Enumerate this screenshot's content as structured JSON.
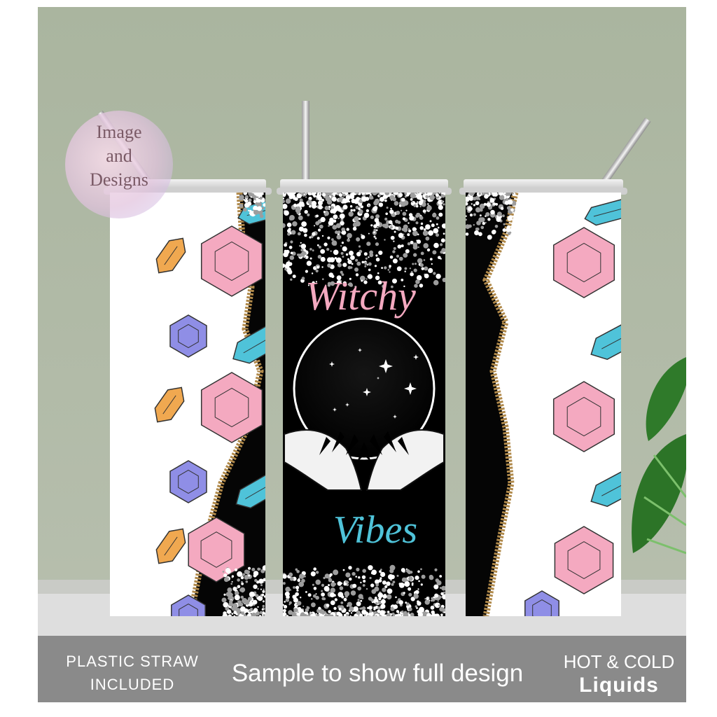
{
  "watermark": {
    "line1": "Image",
    "line2": "and",
    "line3": "Designs"
  },
  "tumbler": {
    "title": "Witchy",
    "subtitle": "Vibes"
  },
  "banner": {
    "left_line1": "PLASTIC  STRAW",
    "left_line2": "INCLUDED",
    "center": "Sample to show full design",
    "right_line1": "HOT & COLD",
    "right_line2": "Liquids"
  },
  "colors": {
    "wall": "#a9b49f",
    "table": "#dcdcdc",
    "banner": "#8a8a8a",
    "pink": "#f4a9c0",
    "cyan": "#4fc3d9",
    "gold": "#b0894a"
  }
}
